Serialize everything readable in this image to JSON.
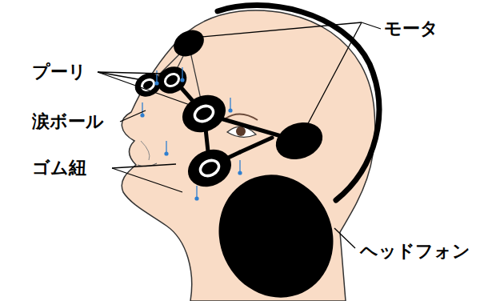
{
  "diagram": {
    "labels": [
      "プーリ",
      "涙ボール",
      "ゴム紐",
      "モータ",
      "ヘッドフォン"
    ]
  }
}
